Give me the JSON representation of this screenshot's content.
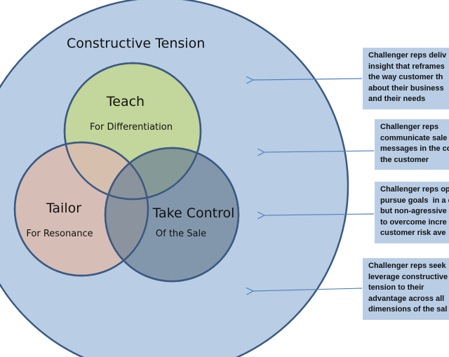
{
  "diagram": {
    "outer_label": "Constructive Tension",
    "circles": [
      {
        "title": "Teach",
        "subtitle": "For Differentiation",
        "color": "#c3d69b"
      },
      {
        "title": "Tailor",
        "subtitle": "For Resonance",
        "color": "#d9bdb0"
      },
      {
        "title": "Take Control",
        "subtitle": "Of the Sale",
        "color": "#7a8fa6"
      }
    ],
    "outer_color": "#b9cde5",
    "stroke_color": "#3c5a80",
    "arrow_color": "#4f81bd"
  },
  "callouts": [
    {
      "text": "Challenger reps deliv\ninsight that reframes\nthe way customer th\nabout their business\nand their needs"
    },
    {
      "text": "Challenger reps\ncommunicate sale\nmessages in the co\nthe customer"
    },
    {
      "text": "Challenger reps op\npursue goals  in a c\nbut non-agressive\nto overcome incre\ncustomer risk ave"
    },
    {
      "text": "Challenger reps seek\nleverage constructive\ntension to their\nadvantage across all\ndimensions of the sal"
    }
  ]
}
